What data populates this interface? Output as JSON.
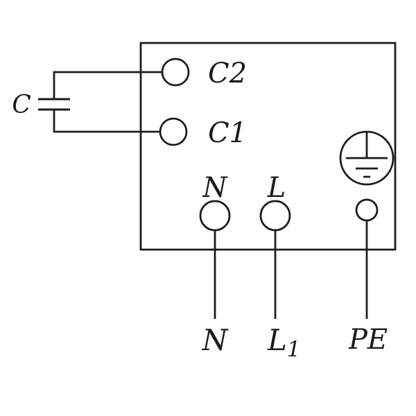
{
  "diagram": {
    "component_labels": {
      "capacitor": "C",
      "terminal_c2": "C2",
      "terminal_c1": "C1",
      "terminal_n": "N",
      "terminal_l": "L"
    },
    "wire_labels": {
      "neutral": "N",
      "line_base": "L",
      "line_subscript": "1",
      "protective_earth": "PE"
    },
    "colors": {
      "line": "#1b1b1b",
      "background": "#ffffff"
    }
  }
}
